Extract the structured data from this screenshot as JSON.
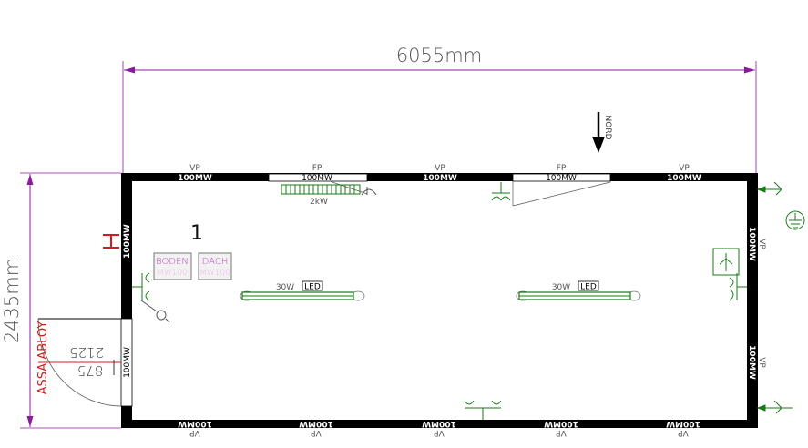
{
  "dimensions": {
    "width_label": "6055mm",
    "height_label": "2435mm"
  },
  "room_number": "1",
  "walls": {
    "top": [
      {
        "type": "VP",
        "rating": "100MW"
      },
      {
        "type": "FP",
        "rating": "100MW"
      },
      {
        "type": "VP",
        "rating": "100MW"
      },
      {
        "type": "FP",
        "rating": "100MW"
      },
      {
        "type": "VP",
        "rating": "100MW"
      }
    ],
    "bottom": [
      {
        "type": "VP",
        "rating": "100MW"
      },
      {
        "type": "VP",
        "rating": "100MW"
      },
      {
        "type": "VP",
        "rating": "100MW"
      },
      {
        "type": "VP",
        "rating": "100MW"
      },
      {
        "type": "VP",
        "rating": "100MW"
      }
    ],
    "left": [
      {
        "rating": "100MW"
      },
      {
        "rating": "100MW"
      }
    ],
    "right": [
      {
        "type": "VP",
        "rating": "100MW"
      },
      {
        "type": "VP",
        "rating": "100MW"
      }
    ]
  },
  "heater": {
    "label": "2kW"
  },
  "lights": [
    {
      "power": "30W",
      "type": "LED"
    },
    {
      "power": "30W",
      "type": "LED"
    }
  ],
  "insulation": [
    {
      "name": "BODEN",
      "spec": "MW100"
    },
    {
      "name": "DACH",
      "spec": "MW100"
    }
  ],
  "door": {
    "brand": "ASSA ABLOY",
    "height": "2125",
    "width": "875"
  },
  "north_label": "NORD",
  "colors": {
    "wall": "#000000",
    "dimension": "#8b1a9e",
    "electrical": "#1a7a1a",
    "insulation": "#c03fc0",
    "door_brand": "#d21c1c",
    "thin": "#555555"
  }
}
